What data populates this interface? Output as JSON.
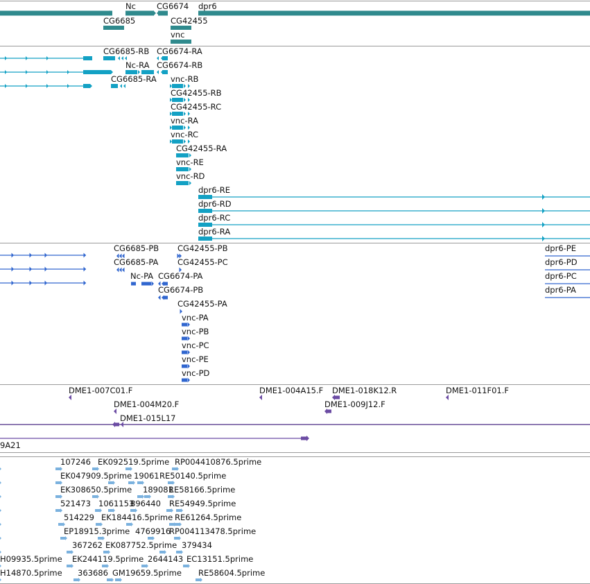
{
  "colors": {
    "gene": "#2f8a8d",
    "rna": "#13a1c4",
    "protein": "#3066cf",
    "bac": "#6b4ba3",
    "est": "#7ab1de",
    "divider": "#9a9a9a",
    "text": "#111111"
  },
  "tracks": [
    {
      "id": "genes",
      "color": "gene",
      "labels": [
        "Nc",
        "CG6674",
        "dpr6",
        "CG6685",
        "CG42455",
        "vnc"
      ]
    },
    {
      "id": "transcripts",
      "color": "rna",
      "labels": [
        "CG6685-RB",
        "CG6674-RA",
        "Nc-RA",
        "CG6674-RB",
        "CG6685-RA",
        "vnc-RB",
        "CG42455-RB",
        "CG42455-RC",
        "vnc-RA",
        "vnc-RC",
        "CG42455-RA",
        "vnc-RE",
        "vnc-RD",
        "dpr6-RE",
        "dpr6-RD",
        "dpr6-RC",
        "dpr6-RA"
      ]
    },
    {
      "id": "proteins",
      "color": "protein",
      "labels": [
        "CG6685-PB",
        "CG42455-PB",
        "dpr6-PE",
        "CG6685-PA",
        "CG42455-PC",
        "dpr6-PD",
        "Nc-PA",
        "CG6674-PA",
        "dpr6-PC",
        "CG6674-PB",
        "dpr6-PA",
        "CG42455-PA",
        "vnc-PA",
        "vnc-PB",
        "vnc-PC",
        "vnc-PE",
        "vnc-PD"
      ]
    },
    {
      "id": "bac-ends",
      "color": "bac",
      "labels": [
        "DME1-007C01.F",
        "DME1-004A15.F",
        "DME1-018K12.R",
        "DME1-011F01.F",
        "DME1-004M20.F",
        "DME1-009J12.F",
        "DME1-015L17"
      ]
    },
    {
      "id": "bac-clone",
      "color": "bac",
      "labels": [
        "9A21"
      ]
    },
    {
      "id": "ests",
      "color": "est",
      "labels": [
        "107246",
        "EK092519.5prime",
        "RP004410876.5prime",
        "EK047909.5prime",
        "19061",
        "RE50140.5prime",
        "EK308650.5prime",
        "189081",
        "RE58166.5prime",
        "521473",
        "1061153",
        "896440",
        "RE54949.5prime",
        "514229",
        "EK184416.5prime",
        "RE61264.5prime",
        "EP18915.3prime",
        "4769916",
        "RP004113478.5prime",
        "367262",
        "EK087752.5prime",
        "379434",
        "H09935.5prime",
        "EK244119.5prime",
        "2644143",
        "EC13151.5prime",
        "H14870.5prime",
        "363686",
        "GM19659.5prime",
        "RE58604.5prime"
      ]
    }
  ]
}
